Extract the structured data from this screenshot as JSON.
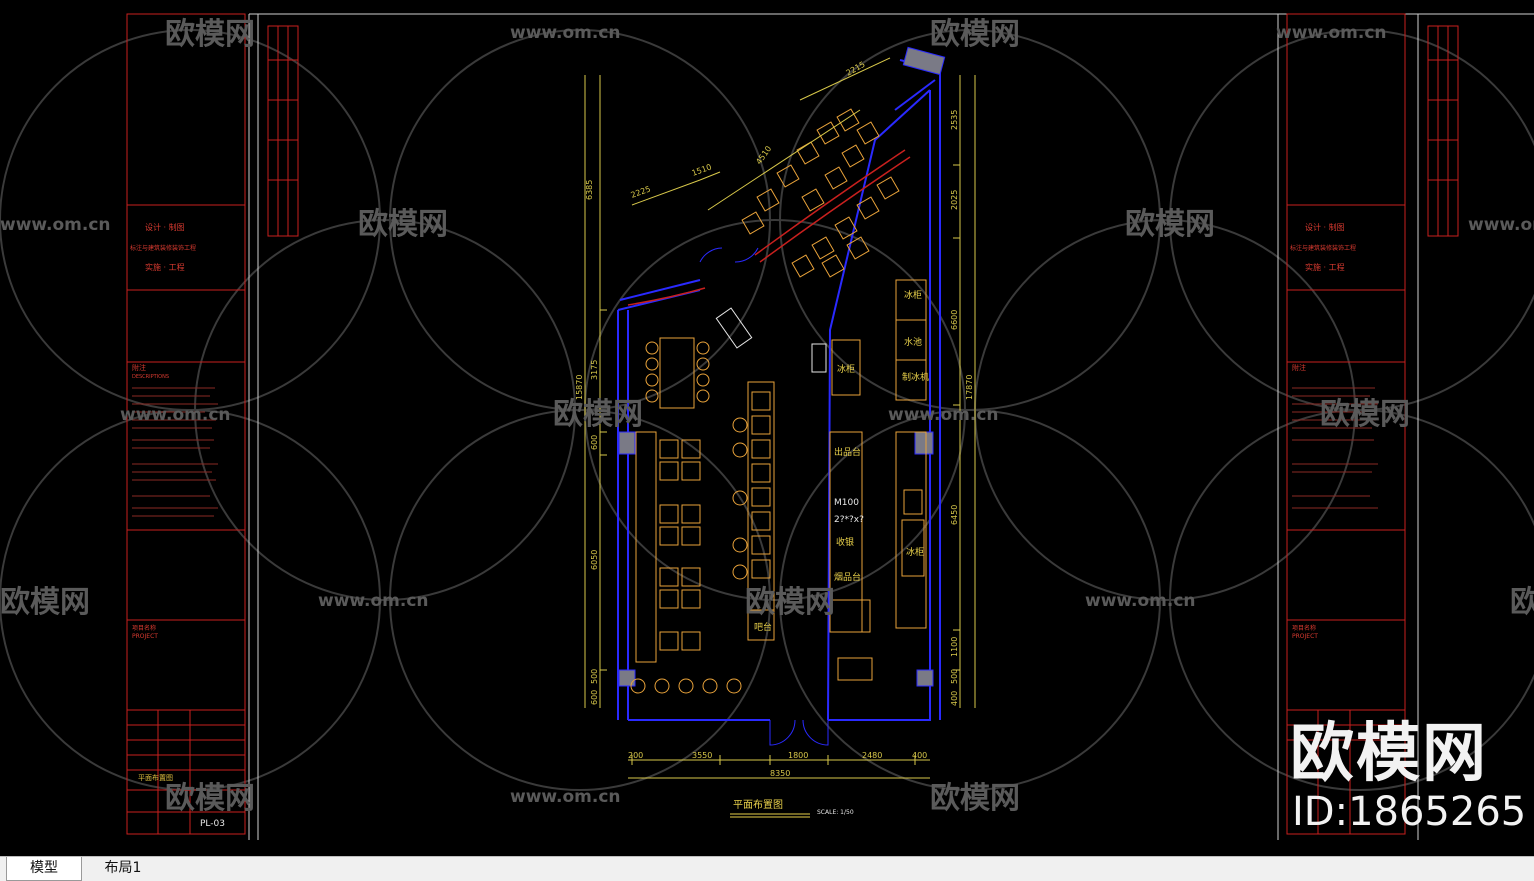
{
  "watermark": {
    "site": "www.om.cn",
    "logo_text": "欧模网",
    "big_text": "欧模网",
    "id_text": "ID:1865265"
  },
  "drawing": {
    "plan_title": "平面布置图",
    "scale_label": "SCALE: 1/50",
    "room_labels": [
      "冰柜",
      "水池",
      "制冰机",
      "出品台",
      "收银",
      "烟品台",
      "冰柜",
      "吧台",
      "M100"
    ],
    "m100_sub": "2?*?x?",
    "dims_bottom": [
      "200",
      "3550",
      "1800",
      "2480",
      "400"
    ],
    "total_width": "8350",
    "dims_left": [
      "6385",
      "3175",
      "15870",
      "600",
      "6050",
      "500",
      "600"
    ],
    "dims_right": [
      "2535",
      "2025",
      "6600",
      "17870",
      "6450",
      "1100",
      "500",
      "400"
    ],
    "dims_diagonal": [
      "2225",
      "1510",
      "4510",
      "2215"
    ]
  },
  "title_block_left": {
    "design_line": "设计 · 制图",
    "company_line": "标注与建筑装修装饰工程",
    "build_line": "实施 · 工程",
    "notes_heading": "附注",
    "notes_sub": "DESCRIPTIONS",
    "project_label": "项目名称",
    "project_en": "PROJECT",
    "drawing_name": "平面布置图",
    "sheet_no": "PL-03"
  },
  "title_block_right": {
    "design_line": "设计 · 制图",
    "company_line": "标注与建筑装修装饰工程",
    "build_line": "实施 · 工程",
    "notes_heading": "附注",
    "project_label": "项目名称",
    "project_en": "PROJECT"
  },
  "tabs": [
    {
      "label": "模型",
      "active": true
    },
    {
      "label": "布局1",
      "active": false
    }
  ],
  "colors": {
    "background": "#000000",
    "frame_red": "#c8201e",
    "wall_blue": "#2a2aff",
    "furniture_orange": "#e8a23a",
    "dimension_yellow": "#d8c84a",
    "watermark": "#5a5a5a"
  }
}
